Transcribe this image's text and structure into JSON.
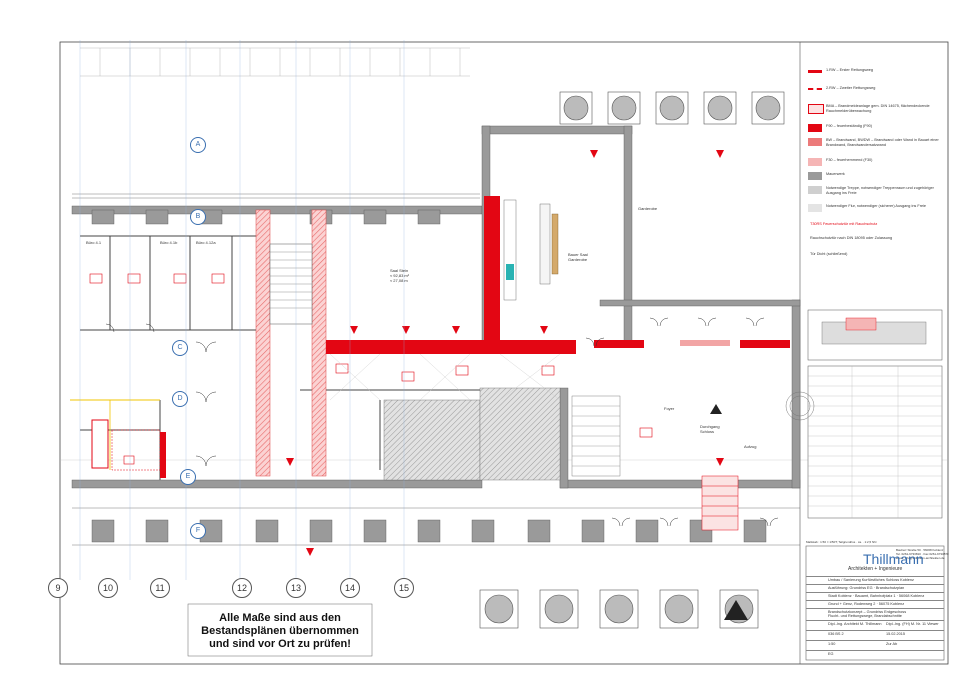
{
  "note": {
    "line1": "Alle Maße sind aus den",
    "line2": "Bestandsplänen übernommen",
    "line3": "und sind vor Ort zu prüfen!"
  },
  "grid_axes_rows": [
    "A",
    "B",
    "C",
    "D",
    "E",
    "F"
  ],
  "grid_axes_cols": [
    "9",
    "10",
    "11",
    "12",
    "13",
    "14",
    "15"
  ],
  "rooms": {
    "saal_stein": "Saal Stein",
    "saal_stein_area": "≈ 92,83 m²",
    "saal_stein_h": "≈ 27,08 m",
    "bauer_saal": "Bauer Saal",
    "bauer_saal_sub": "Garderobe",
    "garderobe": "Garderobe",
    "foyer": "Foyer",
    "buero1": "Büro 4.1",
    "buero2": "Büro 4.1b",
    "buero3": "Büro 4.12a",
    "durchgang": "Durchgang",
    "durchgang_sub": "Schloss",
    "aufzug": "Aufzug"
  },
  "legend": [
    {
      "label": "1.RW – Erster Rettungsweg",
      "color": "#e30613"
    },
    {
      "label": "2.RW – Zweiter Rettungsweg",
      "color": "#e30613"
    },
    {
      "label": "BMA – Brandmeldeanlage gem. DIN 14675, flächendeckende Rauchmelderüberwachung",
      "color": "#f08a8a"
    },
    {
      "label": "F90 – feuerbeständig (F90)",
      "color": "#e30613"
    },
    {
      "label": "BW – Brandwand, BWDW – Brandwand oder Wand in Bauart einer Brandwand, Brandwandersatzwand",
      "color": "#ec7a7a"
    },
    {
      "label": "F30 – feuerhemmend (F30)",
      "color": "#f5b5b5"
    },
    {
      "label": "Mauerwerk",
      "color": "#9a9a9a"
    },
    {
      "label": "Notwendige Treppe, notwendiger Treppenraum und zugehöriger Ausgang ins Freie",
      "color": "#cfcfcf"
    },
    {
      "label": "Notwendiger Flur, notwendiger (sicherer) Ausgang ins Freie",
      "color": "#e4e4e4"
    },
    {
      "label": "T30RS Feuerschutztür mit Rauchschutz",
      "color": "#e30613"
    },
    {
      "label": "Rauchschutztür nach DIN 18095 oder Zulassung",
      "color": "#e30613"
    },
    {
      "label": "Tür Dicht (schließend)",
      "color": "#e30613"
    }
  ],
  "titleblock": {
    "logo": "Thillmann",
    "logo_sub": "Architekten + Ingenieure",
    "address1": "Bauherr Straße 50 · 56068 Koblenz",
    "address2": "Tel. 0261-9733810 · Fax 0261-9733870",
    "address3": "email: info@thillmann-architekten.de",
    "project": "Umbau / Sanierung Kurfürstliches Schloss Koblenz",
    "bauherr": "Ausführung: Grundriss EG · Brandschutzplan",
    "planung": "Stadt Koblenz · Bauamt, Bahnhofplatz 1 · 56068 Koblenz",
    "verfasser": "Grund + Genz, Rodenweg 2 · 56075 Koblenz",
    "inhalt1": "Brandschutzkonzept – Grundriss Erdgeschoss",
    "inhalt2": "Flucht- und Rettungswege, Brandabschnitte",
    "sign": "Dipl.-Ing. Architekt M. Thillmann",
    "sign2": "Dipl.-Ing. (FH) M. Nr. 11 Viewer",
    "plan_no": "036 BS 2",
    "date": "15.02.2015",
    "scale": "1:50",
    "format": "Zur Ab",
    "index": "EG",
    "scale_line": "Maßstab : 1:50 = 1/50T; Teilgrundriss · ca. · 1:2,5 NN"
  }
}
